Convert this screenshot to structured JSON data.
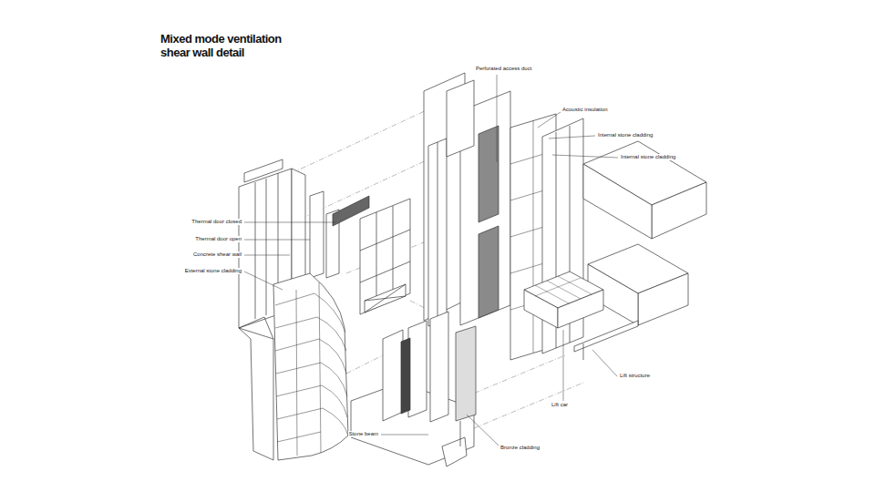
{
  "diagram": {
    "title": "Mixed mode ventilation shear wall detail",
    "labels": [
      "Perforated access duct",
      "Acoustic insulation",
      "Internal stone cladding",
      "Internal stone cladding",
      "Thermal door closed",
      "Thermal door open",
      "Concrete shear wall",
      "External stone cladding",
      "Lift structure",
      "Lift car",
      "Stone beam",
      "Bronze cladding"
    ]
  }
}
